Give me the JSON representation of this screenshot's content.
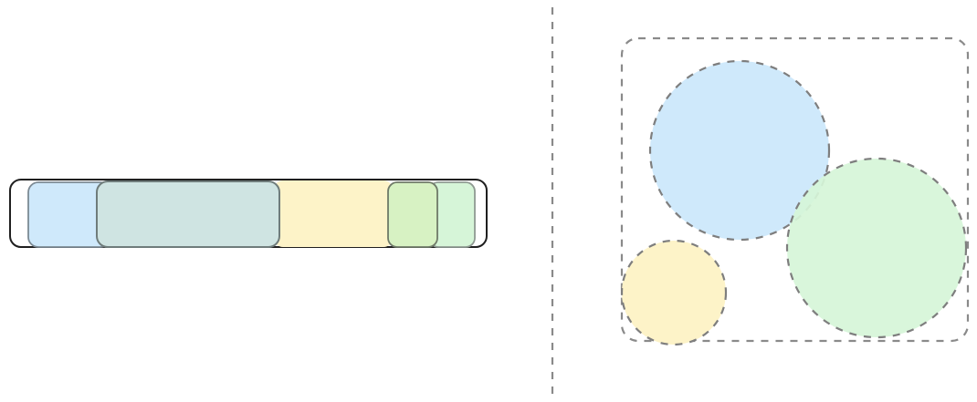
{
  "palette": {
    "blue": "#cfe9fb",
    "yellow": "#fdf3c8",
    "green": "#d6f5d8",
    "teal": "#cfe4e2",
    "lime": "#d7f2c3",
    "outline": "#1f1f1f",
    "dashed": "#8a8a8a"
  },
  "left_panel": {
    "layout": "horizontal-bar",
    "segments": [
      "blue",
      "teal",
      "yellow",
      "lime",
      "green"
    ]
  },
  "right_panel": {
    "layout": "packed-circles",
    "circles": [
      "blue",
      "green",
      "yellow"
    ]
  }
}
